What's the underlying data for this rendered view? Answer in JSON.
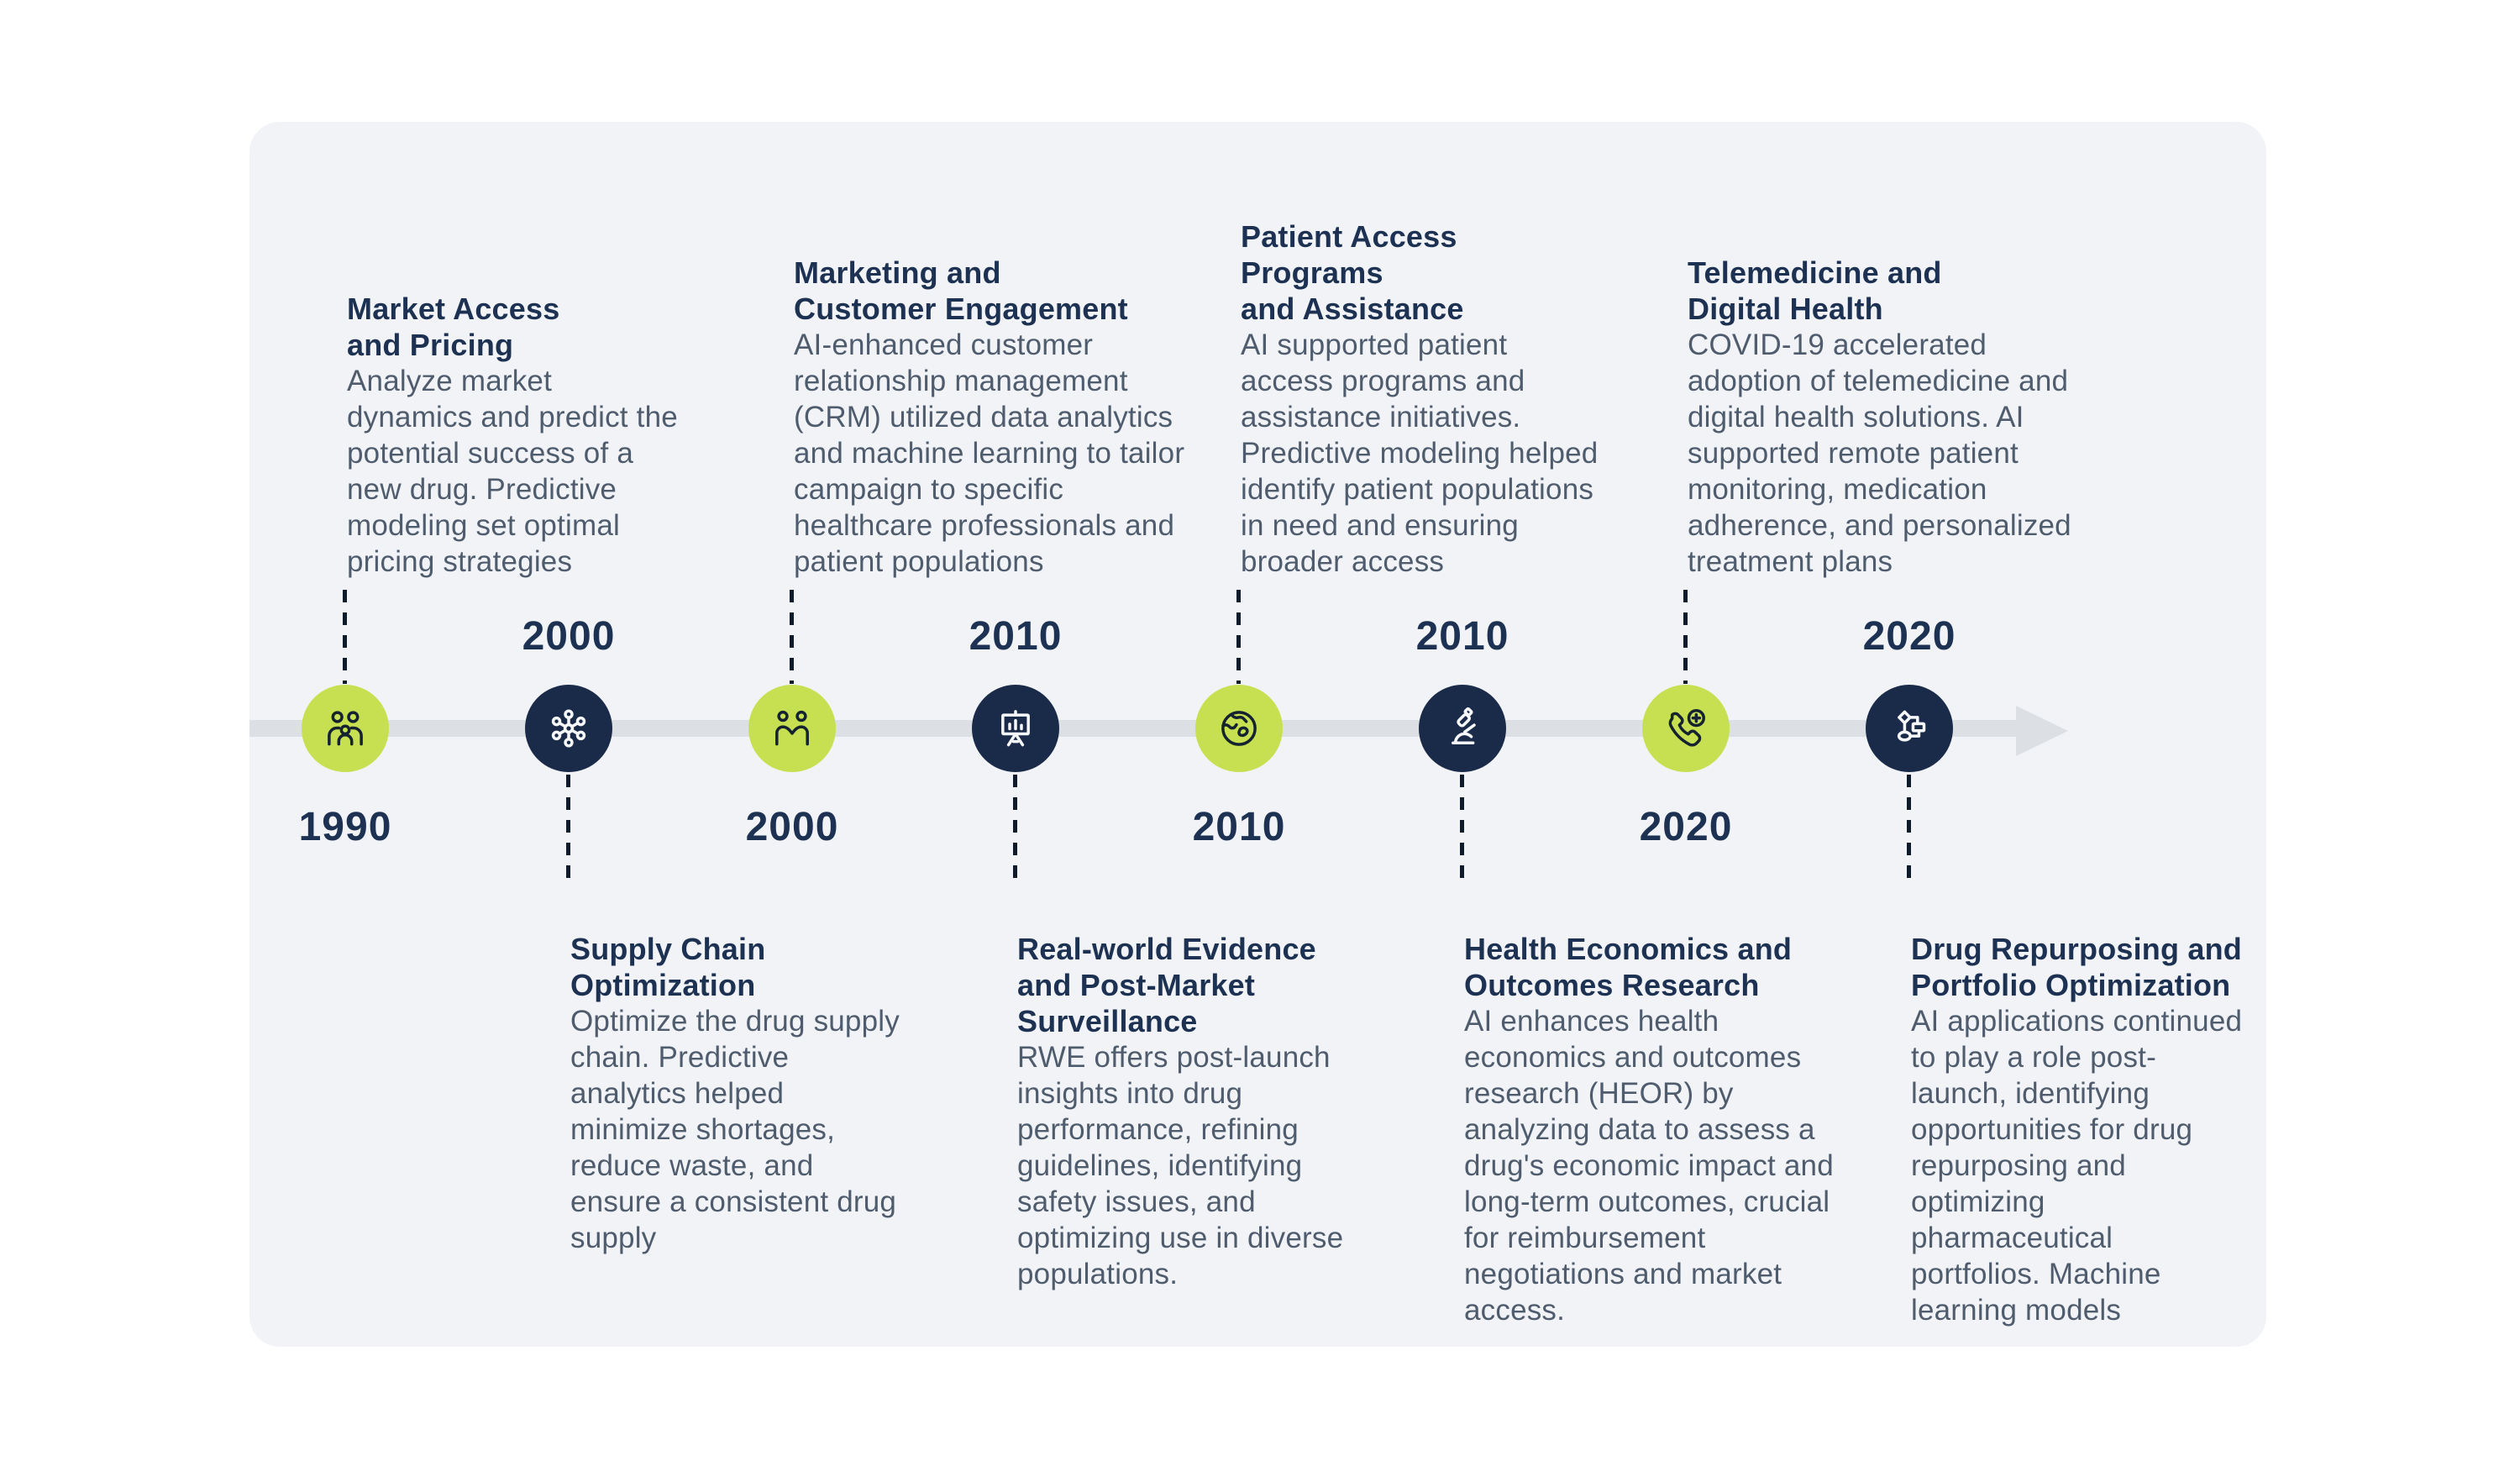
{
  "colors": {
    "lime": "#c7e052",
    "navy": "#1a2b49",
    "title": "#1d3252",
    "body": "#4e5c6e",
    "bar": "#dce0e4",
    "dash": "#0d1b2b",
    "card_bg": "#f1f3f6",
    "page_bg": "#ffffff"
  },
  "timeline": {
    "direction_arrow": "right-arrow-icon",
    "nodes": [
      {
        "year": "1990",
        "year_position": "below",
        "circle_color": "lime",
        "icon": "family-icon",
        "text_position": "above",
        "title": "Market Access\nand Pricing",
        "body": "Analyze market dynamics and predict the potential success of a new drug. Predictive modeling set optimal pricing strategies"
      },
      {
        "year": "2000",
        "year_position": "above",
        "circle_color": "navy",
        "icon": "network-icon",
        "text_position": "below",
        "title": "Supply Chain\nOptimization",
        "body": "Optimize the drug supply chain. Predictive analytics helped minimize shortages, reduce waste, and ensure a consistent drug supply"
      },
      {
        "year": "2000",
        "year_position": "below",
        "circle_color": "lime",
        "icon": "handshake-people-icon",
        "text_position": "above",
        "title": "Marketing and\nCustomer Engagement",
        "body": "AI-enhanced customer relationship management (CRM) utilized data analytics and machine learning to tailor campaign to specific healthcare professionals and patient populations"
      },
      {
        "year": "2010",
        "year_position": "above",
        "circle_color": "navy",
        "icon": "presentation-chart-icon",
        "text_position": "below",
        "title": "Real-world Evidence\nand Post-Market\nSurveillance",
        "body": "RWE offers post-launch insights into drug performance, refining guidelines, identifying safety issues, and optimizing use in diverse populations."
      },
      {
        "year": "2010",
        "year_position": "below",
        "circle_color": "lime",
        "icon": "globe-icon",
        "text_position": "above",
        "title": "Patient Access Programs\nand Assistance",
        "body": "AI supported patient access programs and assistance initiatives. Predictive modeling helped identify patient populations in need and ensuring broader access"
      },
      {
        "year": "2010",
        "year_position": "above",
        "circle_color": "navy",
        "icon": "microscope-icon",
        "text_position": "below",
        "title": "Health Economics and\nOutcomes Research",
        "body": "AI enhances health economics and outcomes research (HEOR) by analyzing data to assess a drug's economic impact and long-term outcomes, crucial for reimbursement negotiations and market access."
      },
      {
        "year": "2020",
        "year_position": "below",
        "circle_color": "lime",
        "icon": "phone-plus-icon",
        "text_position": "above",
        "title": "Telemedicine and\nDigital Health",
        "body": "COVID-19 accelerated adoption of telemedicine and digital health solutions. AI supported remote patient monitoring, medication adherence, and personalized treatment plans"
      },
      {
        "year": "2020",
        "year_position": "above",
        "circle_color": "navy",
        "icon": "flowchart-icon",
        "text_position": "below",
        "title": "Drug Repurposing and\nPortfolio Optimization",
        "body": "AI applications continued to play a role post-launch, identifying opportunities for drug repurposing and optimizing pharmaceutical portfolios. Machine learning models"
      }
    ]
  }
}
